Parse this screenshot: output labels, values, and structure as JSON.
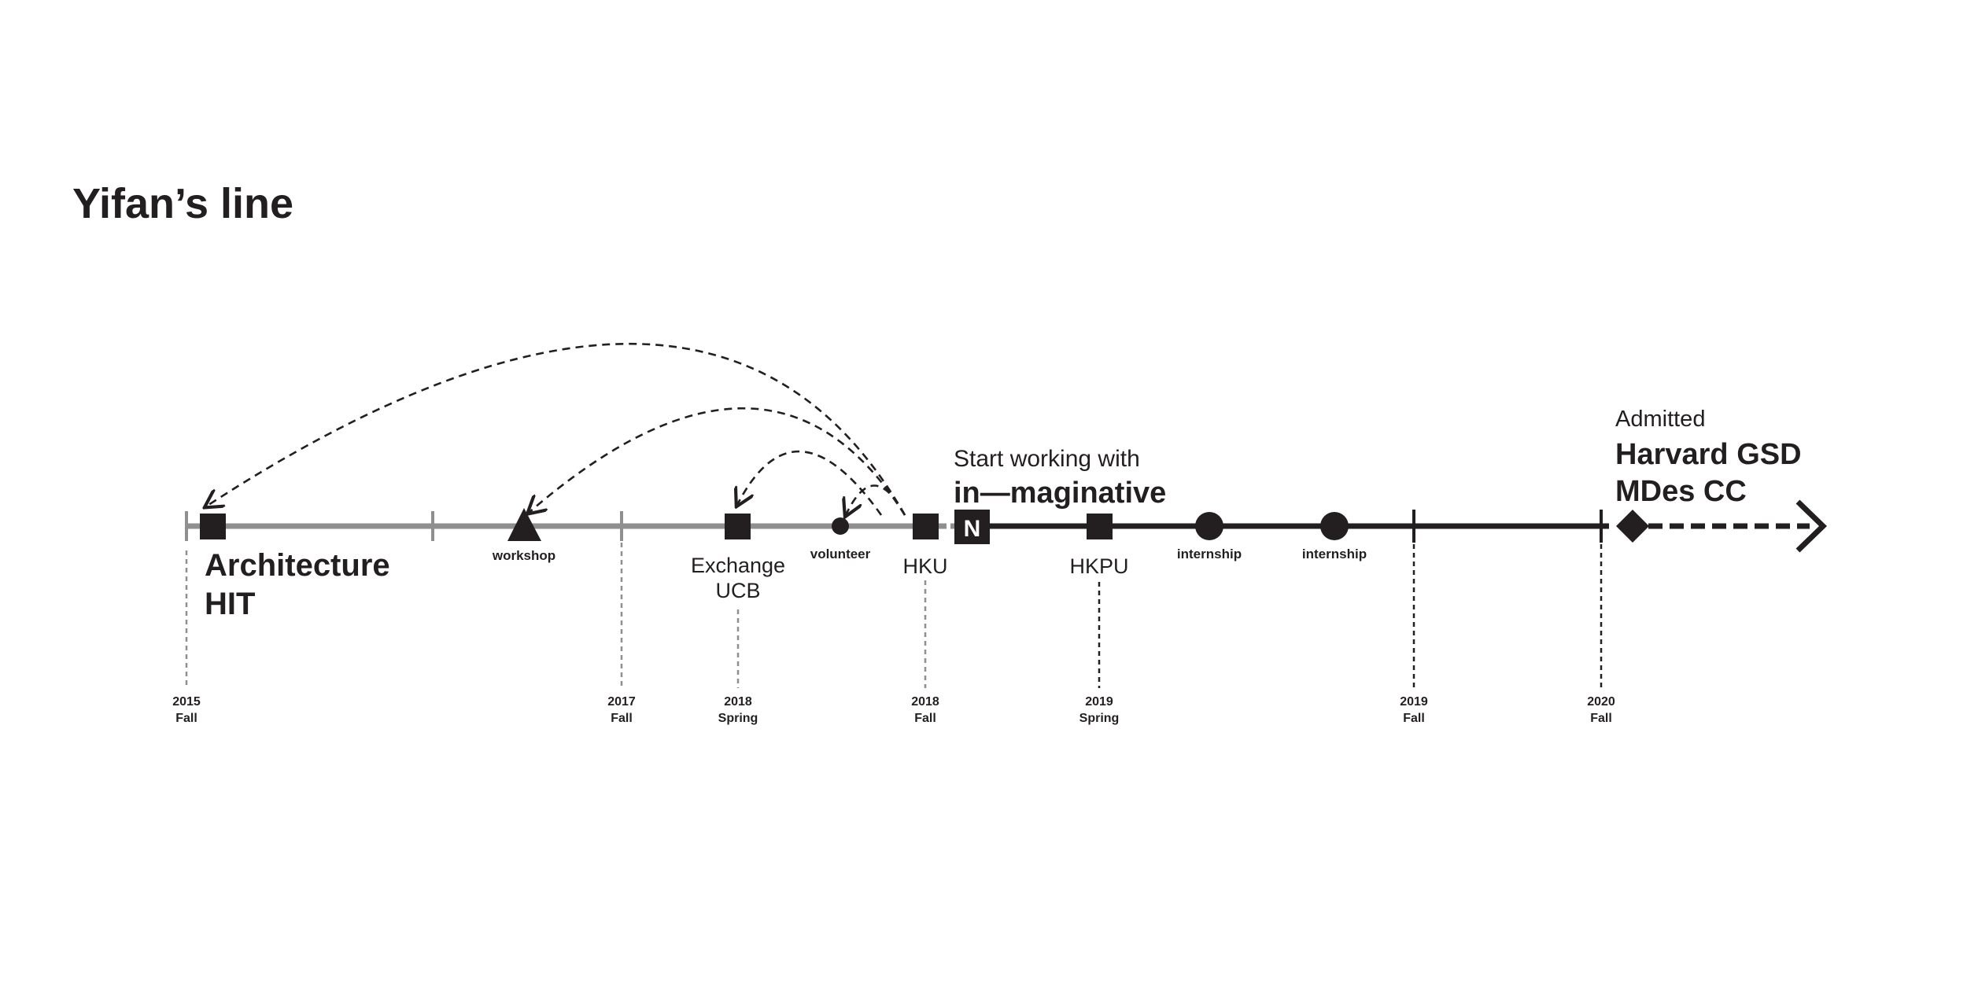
{
  "title": "Yifan’s line",
  "colors": {
    "grey": "#8f8f8f",
    "dark": "#231f20",
    "white": "#ffffff"
  },
  "labels": {
    "architecture": "Architecture",
    "hit": "HIT",
    "workshop": "workshop",
    "exchange": "Exchange",
    "ucb": "UCB",
    "volunteer": "volunteer",
    "hku": "HKU",
    "hkpu": "HKPU",
    "internship1": "internship",
    "internship2": "internship",
    "start_working": "Start working with",
    "company": "in—maginative",
    "company_logo": "N",
    "admitted": "Admitted",
    "harvard": "Harvard GSD",
    "mdes": "MDes CC"
  },
  "dates": [
    {
      "year": "2015",
      "term": "Fall"
    },
    {
      "year": "2017",
      "term": "Fall"
    },
    {
      "year": "2018",
      "term": "Spring"
    },
    {
      "year": "2018",
      "term": "Fall"
    },
    {
      "year": "2019",
      "term": "Spring"
    },
    {
      "year": "2019",
      "term": "Fall"
    },
    {
      "year": "2020",
      "term": "Fall"
    }
  ]
}
